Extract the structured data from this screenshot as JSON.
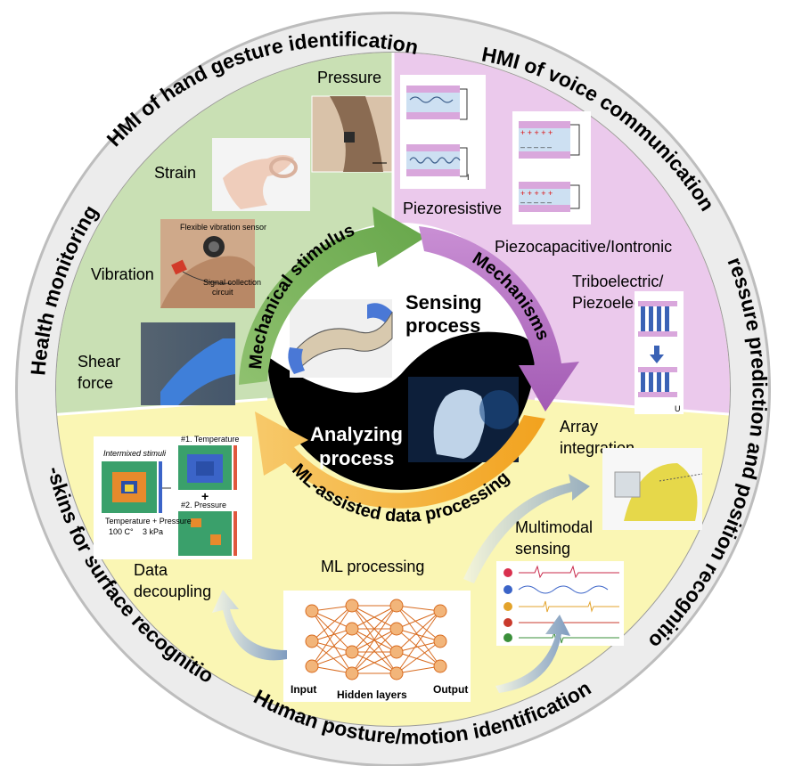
{
  "ring": {
    "top_left": "HMI of hand gesture identification",
    "top_right": "HMI of voice communication",
    "right": "Pressure prediction and position recognition",
    "bottom": "Human posture/motion identification",
    "bottom_left": "E-skins for surface recognition",
    "left": "Health monitoring"
  },
  "stimuli": {
    "pressure": "Pressure",
    "strain": "Strain",
    "vibration": "Vibration",
    "shear_line1": "Shear",
    "shear_line2": "force",
    "vib_sensor_label": "Flexible vibration sensor",
    "vib_collect_line1": "Signal collection",
    "vib_collect_line2": "circuit"
  },
  "mechanisms": {
    "piezoresistive": "Piezoresistive",
    "piezocapacitive": "Piezocapacitive/Iontronic",
    "triboelectric_line1": "Triboelectric/",
    "triboelectric_line2": "Piezoelectric",
    "current_symbol": "I",
    "voltage_symbol": "U"
  },
  "center": {
    "sensing_line1": "Sensing",
    "sensing_line2": "process",
    "analyzing_line1": "Analyzing",
    "analyzing_line2": "process",
    "arrow_mechanical": "Mechanical stimulus",
    "arrow_mechanisms": "Mechanisms",
    "arrow_ml": "ML-assisted data processing"
  },
  "processing": {
    "array_line1": "Array",
    "array_line2": "integration",
    "multimodal_line1": "Multimodal",
    "multimodal_line2": "sensing",
    "ml_processing": "ML processing",
    "decoupling_line1": "Data",
    "decoupling_line2": "decoupling",
    "nn_input": "Input",
    "nn_hidden": "Hidden layers",
    "nn_output": "Output",
    "heatmap_title1": "Intermixed stimuli",
    "heatmap_title2": "#1. Temperature",
    "heatmap_title3": "#2. Pressure",
    "heatmap_caption": "Temperature + Pressure",
    "heatmap_t": "100 C°",
    "heatmap_p": "3 kPa"
  },
  "colors": {
    "green_panel": "#c9e0b4",
    "pink_panel": "#ebc9ec",
    "yellow_panel": "#faf6b4",
    "ring": "#e8e8e8",
    "arrow_green": "#78b25c",
    "arrow_purple": "#b97ac4",
    "arrow_yellow": "#f4b942"
  }
}
